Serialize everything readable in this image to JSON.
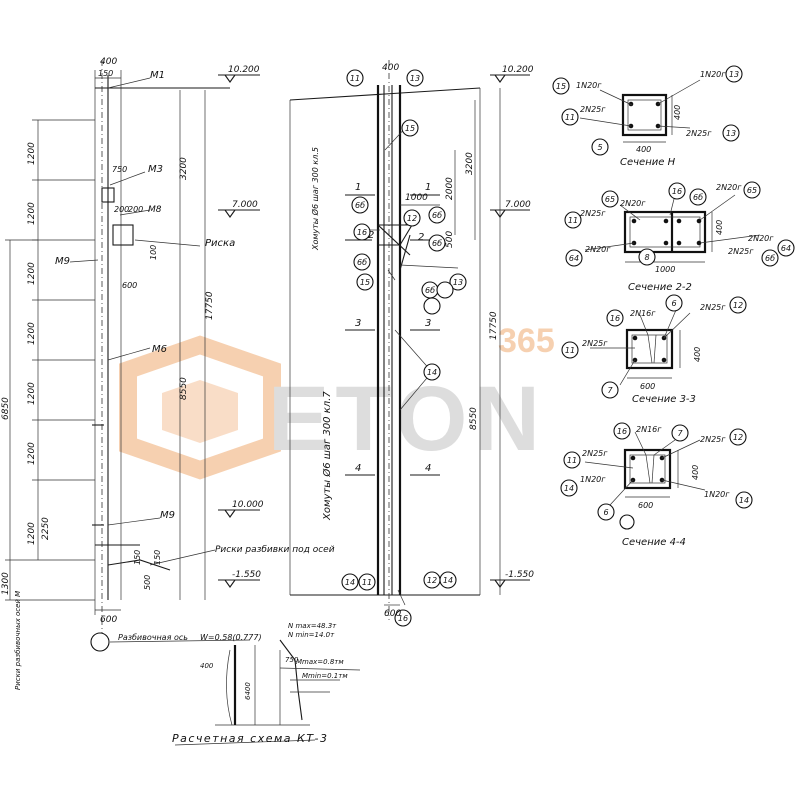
{
  "left": {
    "top_dim": "400",
    "sub_dim": "150",
    "marks": [
      "М1",
      "М3",
      "М8",
      "М9",
      "М6",
      "М9"
    ],
    "dims_left": [
      "1200",
      "1200",
      "1200",
      "1200",
      "1200",
      "1200",
      "1200",
      "2250",
      "6850",
      "1300"
    ],
    "dims_mid": [
      "750",
      "200",
      "200",
      "600",
      "100",
      "150",
      "500",
      "150"
    ],
    "dims_right": [
      "3200",
      "17750",
      "8550"
    ],
    "elevations": [
      "10.200",
      "7.000",
      "10.000",
      "-1.550"
    ],
    "notes": [
      "Риска",
      "Риски разбивки под осей"
    ],
    "side_note": "Риски разбивочных осей М",
    "bottom_dim": "600",
    "axis_label": "Разбивочная ось",
    "load_formula": "W=0.58(0.777)"
  },
  "middle": {
    "top_dim": "400",
    "circles_top": [
      "11",
      "13"
    ],
    "circles_bottom": [
      "14",
      "11",
      "12",
      "14"
    ],
    "callouts": [
      "15",
      "6б",
      "12",
      "6б",
      "16",
      "6б",
      "15",
      "13",
      "6б",
      "6б",
      "14",
      "16"
    ],
    "section_marks": [
      "1",
      "1",
      "2",
      "2",
      "3",
      "3",
      "4",
      "4"
    ],
    "dims": [
      "1000",
      "2000",
      "3200",
      "500",
      "17750",
      "8550",
      "600"
    ],
    "elevations": [
      "10.200",
      "7.000",
      "-1.550"
    ],
    "vertical_notes": [
      "Хомуты Ø6 шаг 300 кл.7",
      "Хомуты Ø6 шаг 300 кл.5"
    ]
  },
  "scheme": {
    "title": "Расчетная схема КТ-3",
    "labels": [
      "N max=48.3т",
      "N min=14.0т",
      "Мmax=0.8тм",
      "Mmin=0.1тм",
      "400",
      "6400",
      "750"
    ]
  },
  "sections": [
    {
      "title": "Сечение Н",
      "rebars": [
        "1N20г",
        "2N25г",
        "1N20г",
        "2N25г"
      ],
      "circles": [
        "15",
        "11",
        "13",
        "5",
        "13"
      ],
      "dims": [
        "400",
        "400"
      ]
    },
    {
      "title": "Сечение 2-2",
      "rebars": [
        "2N20г",
        "2N25г",
        "2N20г",
        "2N20г",
        "2N20г",
        "2N25г"
      ],
      "circles": [
        "11",
        "65",
        "16",
        "6б",
        "64",
        "8",
        "64",
        "6б"
      ],
      "dims": [
        "400",
        "1000"
      ]
    },
    {
      "title": "Сечение 3-3",
      "rebars": [
        "2N16г",
        "2N25г",
        "2N25г"
      ],
      "circles": [
        "16",
        "6",
        "12",
        "11",
        "7"
      ],
      "dims": [
        "400",
        "600"
      ]
    },
    {
      "title": "Сечение 4-4",
      "rebars": [
        "2N16г",
        "2N25г",
        "1N20г",
        "2N25г",
        "1N20г"
      ],
      "circles": [
        "16",
        "7",
        "12",
        "11",
        "14",
        "6",
        "14"
      ],
      "dims": [
        "400",
        "600"
      ]
    }
  ],
  "watermark": {
    "brand": "ETON",
    "badge": "365"
  },
  "colors": {
    "ink": "#1a1a1a",
    "watermark_orange": "#f5c8a3",
    "watermark_gray": "#d8d8d8"
  }
}
